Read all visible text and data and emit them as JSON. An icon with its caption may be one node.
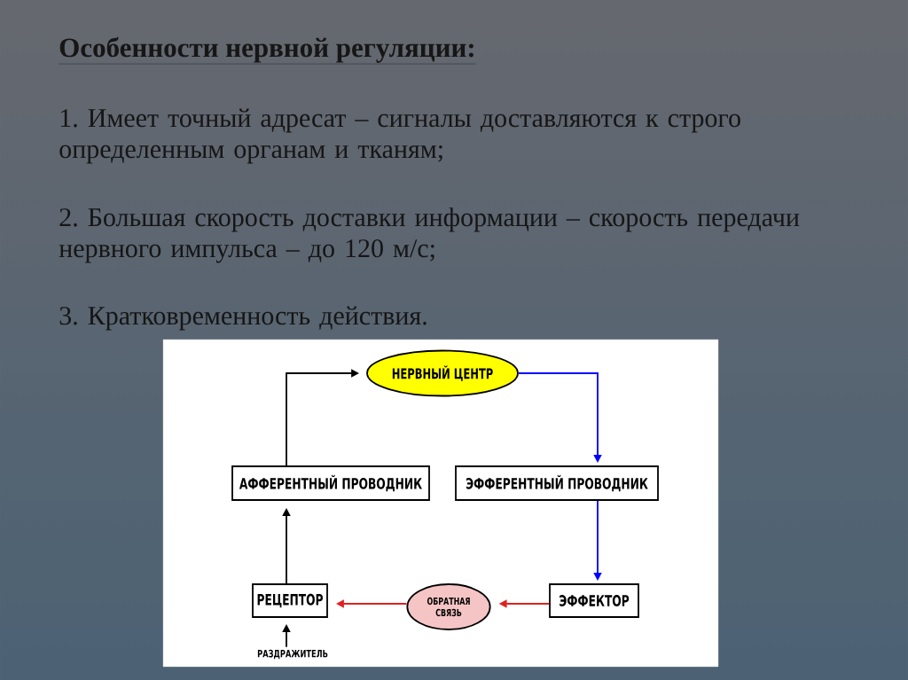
{
  "diagram": {
    "title": "Особенности нервной регуляции:",
    "nodes": [
      {
        "text": [
          "НЕРВНЫЙ ЦЕНТР"
        ]
      },
      {
        "text": [
          "АФФЕРЕНТНЫЙ ПРОВОДНИК"
        ]
      },
      {
        "text": [
          "ЭФФЕРЕНТНЫЙ ПРОВОДНИК"
        ]
      },
      {
        "text": [
          "РЕЦЕПТОР"
        ]
      },
      {
        "text": [
          "ОБРАТНАЯ СВЯЗЬ"
        ]
      },
      {
        "text": [
          "ЭФФЕКТОР"
        ]
      },
      {
        "text": [
          "РАЗДРАЖИТЕЛЬ"
        ]
      }
    ],
    "edges": [
      {
        "from": 1,
        "to": 0,
        "arrow": "to"
      },
      {
        "from": 0,
        "to": 2,
        "arrow": "to",
        "color": "#0000ff"
      },
      {
        "from": 2,
        "to": 5,
        "arrow": "to",
        "color": "#0000ff"
      },
      {
        "from": 5,
        "to": 4,
        "arrow": "to",
        "color": "#e02020"
      },
      {
        "from": 4,
        "to": 3,
        "arrow": "to",
        "color": "#e02020"
      },
      {
        "from": 3,
        "to": 1,
        "arrow": "to"
      },
      {
        "from": 6,
        "to": 3,
        "arrow": "to"
      }
    ],
    "labels": [
      "1. Имеет точный адресат – сигналы доставляются к строго определенным органам и тканям;",
      "2. Большая скорость доставки информации – скорость передачи нервного импульса – до 120 м/с;",
      "3. Кратковременность действия."
    ]
  }
}
